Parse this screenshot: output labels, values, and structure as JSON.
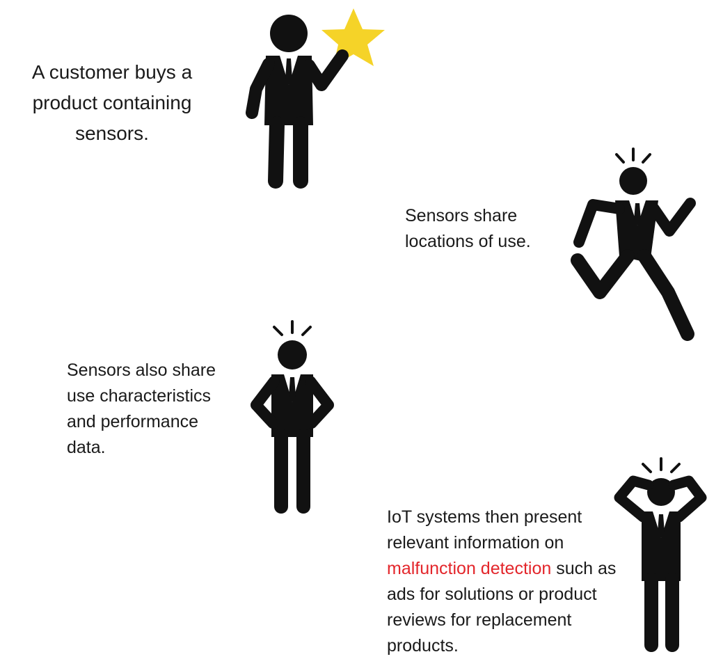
{
  "steps": [
    {
      "text": "A customer buys a product containing sensors."
    },
    {
      "text": "Sensors share locations of use."
    },
    {
      "text": "Sensors also share use characteristics and performance data."
    },
    {
      "text_before": " IoT systems then present relevant information on ",
      "highlight": "malfunction detection",
      "text_after": " such as ads for solutions or product reviews for replacement products."
    }
  ],
  "colors": {
    "figure": "#111111",
    "star": "#f5d328",
    "highlight": "#e3262b",
    "background": "#ffffff"
  },
  "icons": [
    "businessman-holding-star-icon",
    "running-businessman-icon",
    "businessman-hands-on-hips-icon",
    "businessman-hands-on-head-icon",
    "star-icon",
    "alert-lines-icon"
  ]
}
